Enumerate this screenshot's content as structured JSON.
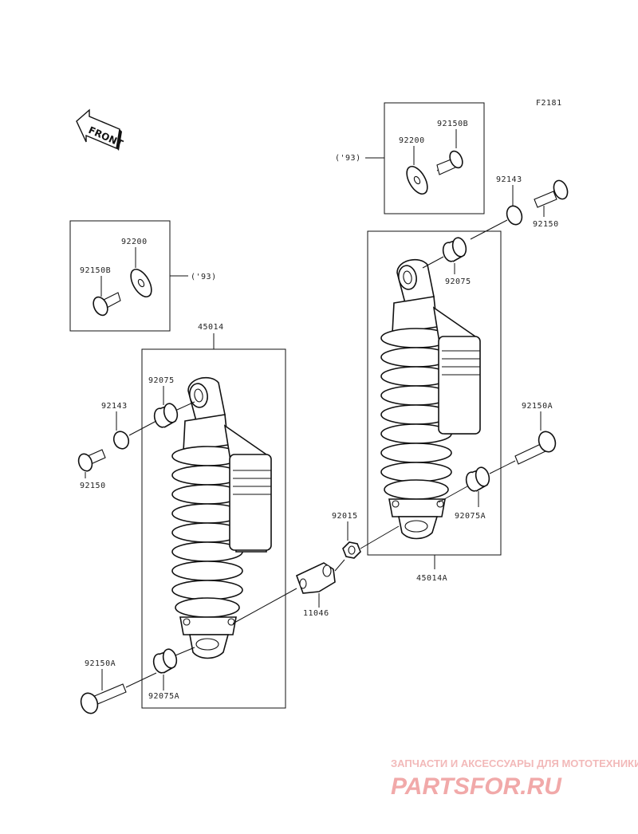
{
  "figure_code": "F2181",
  "front_label": "FRONT",
  "inset_left": {
    "year_note": "('93)",
    "parts": [
      "92200",
      "92150B"
    ]
  },
  "inset_right": {
    "year_note": "('93)",
    "parts": [
      "92200",
      "92150B"
    ]
  },
  "left_shock": {
    "assembly": "45014",
    "parts": [
      "92075",
      "92143",
      "92150",
      "92150A",
      "92075A"
    ]
  },
  "right_shock": {
    "assembly": "45014A",
    "parts": [
      "92143",
      "92150",
      "92075",
      "92150A",
      "92075A",
      "92015"
    ]
  },
  "bracket": "11046",
  "watermark": {
    "caption": "ЗАПЧАСТИ И АКСЕССУАРЫ ДЛЯ МОТОТЕХНИКИ",
    "logo": "PARTSFOR.RU",
    "color": "#f1a9a9"
  }
}
